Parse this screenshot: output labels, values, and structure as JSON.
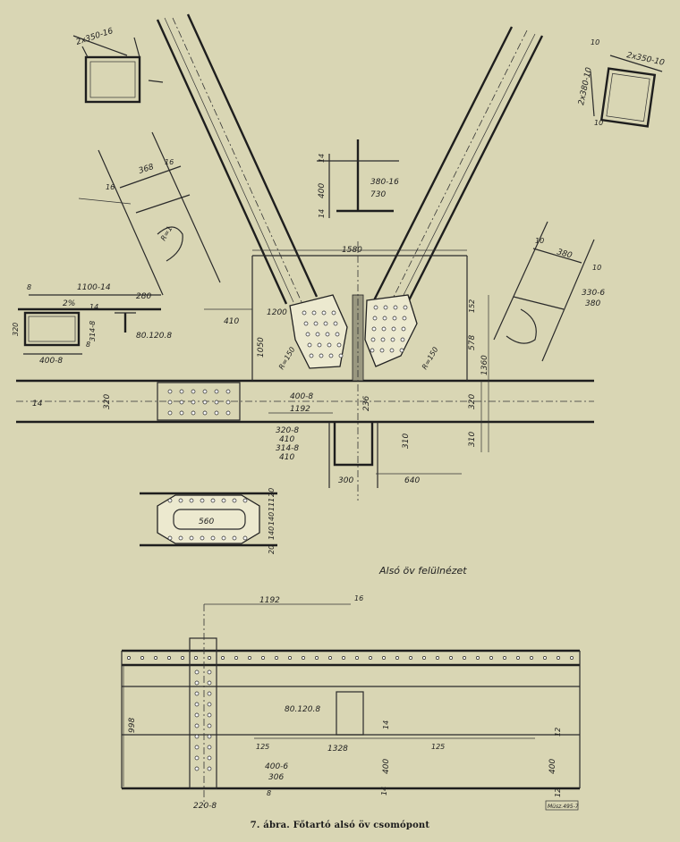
{
  "caption": "7. ábra. Főtartó alsó öv csomópont",
  "view_label": "Alsó öv felülnézet",
  "stamp": "Müsz.495-7",
  "dims": {
    "box_left": "2x350-16",
    "box_right": "2x350-10",
    "box_right_side": "2x380-10",
    "box_right_10a": "10",
    "box_right_10b": "10",
    "t_14": "14",
    "t_400": "400",
    "t_380": "380-16",
    "t_730": "730",
    "t_14b": "14",
    "diag_left_16a": "16",
    "diag_left_368": "368",
    "diag_left_16b": "16",
    "diag_left_r": "R=1",
    "diag_right_10a": "10",
    "diag_right_380": "380",
    "diag_right_10b": "10",
    "diag_right_330": "330-6",
    "diag_right_380b": "380",
    "chord_8": "8",
    "chord_1100": "1100-14",
    "chord_280": "280",
    "chord_2pct": "2%",
    "chord_14": "14",
    "chord_314": "314-8",
    "chord_8b": "8",
    "chord_320": "320",
    "chord_400": "400-8",
    "chord_80": "80.120.8",
    "d1580": "1580",
    "d1200": "1200",
    "d410": "410",
    "d1050": "1050",
    "dR150l": "R=150",
    "dR150r": "R=150",
    "d152": "152",
    "d578": "578",
    "d1360": "1360",
    "d14": "14",
    "d320a": "320",
    "d320b": "320",
    "d400_8": "400-8",
    "d1192": "1192",
    "d236": "236",
    "d320_8": "320-8",
    "d410b": "410",
    "d314_8": "314-8",
    "d410c": "410",
    "d310a": "310",
    "d310b": "310",
    "d300": "300",
    "d640": "640",
    "p560": "560",
    "p20a": "20",
    "p111": "111",
    "p140a": "140",
    "p140b": "140",
    "p20b": "20",
    "b1192": "1192",
    "b16": "16",
    "b998": "998",
    "b80": "80.120.8",
    "b125a": "125",
    "b1328": "1328",
    "b14": "14",
    "b125b": "125",
    "b12a": "12",
    "b400a": "400",
    "b400_6": "400-6",
    "b306": "306",
    "b400b": "400",
    "b14b": "14",
    "b12b": "12",
    "b8": "8",
    "b220": "220-8"
  }
}
